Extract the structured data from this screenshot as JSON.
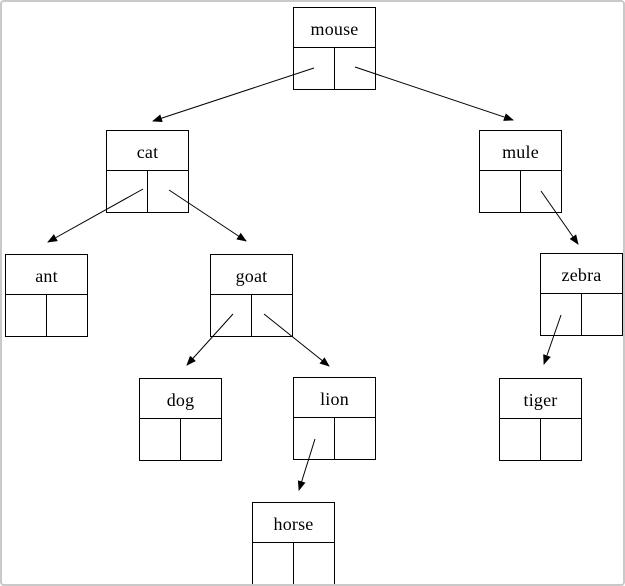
{
  "diagram": {
    "kind": "binary-tree-linked-nodes",
    "colors": {
      "node_border": "#000000",
      "edge": "#000000",
      "background": "#ffffff",
      "frame_border": "#c9c9c9"
    },
    "nodes": [
      {
        "id": "mouse",
        "label": "mouse",
        "left_child": "cat",
        "right_child": "mule"
      },
      {
        "id": "cat",
        "label": "cat",
        "left_child": "ant",
        "right_child": "goat"
      },
      {
        "id": "mule",
        "label": "mule",
        "left_child": null,
        "right_child": "zebra"
      },
      {
        "id": "ant",
        "label": "ant",
        "left_child": null,
        "right_child": null
      },
      {
        "id": "goat",
        "label": "goat",
        "left_child": "dog",
        "right_child": "lion"
      },
      {
        "id": "zebra",
        "label": "zebra",
        "left_child": "tiger",
        "right_child": null
      },
      {
        "id": "dog",
        "label": "dog",
        "left_child": null,
        "right_child": null
      },
      {
        "id": "lion",
        "label": "lion",
        "left_child": "horse",
        "right_child": null
      },
      {
        "id": "tiger",
        "label": "tiger",
        "left_child": null,
        "right_child": null
      },
      {
        "id": "horse",
        "label": "horse",
        "left_child": null,
        "right_child": null
      }
    ],
    "edges": [
      {
        "from": "mouse",
        "pointer": "left",
        "to": "cat"
      },
      {
        "from": "mouse",
        "pointer": "right",
        "to": "mule"
      },
      {
        "from": "cat",
        "pointer": "left",
        "to": "ant"
      },
      {
        "from": "cat",
        "pointer": "right",
        "to": "goat"
      },
      {
        "from": "mule",
        "pointer": "right",
        "to": "zebra"
      },
      {
        "from": "goat",
        "pointer": "left",
        "to": "dog"
      },
      {
        "from": "goat",
        "pointer": "right",
        "to": "lion"
      },
      {
        "from": "zebra",
        "pointer": "left",
        "to": "tiger"
      },
      {
        "from": "lion",
        "pointer": "left",
        "to": "horse"
      }
    ]
  }
}
